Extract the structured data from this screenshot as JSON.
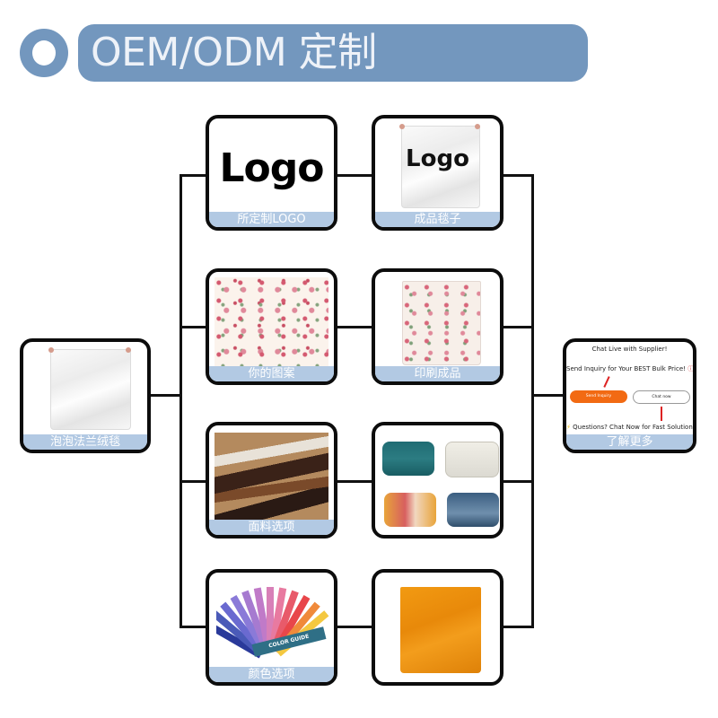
{
  "header": {
    "title": "OEM/ODM 定制",
    "accent_color": "#7397be"
  },
  "source": {
    "label": "泡泡法兰绒毯",
    "icon": "white-blanket-image"
  },
  "steps": [
    {
      "option_label": "所定制LOGO",
      "option_text": "Logo",
      "result_label": "成品毯子",
      "result_text": "Logo"
    },
    {
      "option_label": "你的图案",
      "result_label": "印刷成品"
    },
    {
      "option_label": "面料选项",
      "result_label": ""
    },
    {
      "option_label": "颜色选项",
      "option_band_text": "COLOR GUIDE",
      "result_label": ""
    }
  ],
  "cta": {
    "title": "Chat Live with Supplier!",
    "subtitle": "Send Inquiry for Your BEST Bulk Price!",
    "primary_button": "Send Inquiry",
    "secondary_button": "Chat now",
    "question": "Questions? Chat Now for Fast Solutions",
    "label": "了解更多",
    "primary_color": "#f26a13"
  },
  "colors": {
    "label_band": "#b2c9e3",
    "border": "#0c0c0c",
    "orange_blanket": "#ec8f10"
  }
}
